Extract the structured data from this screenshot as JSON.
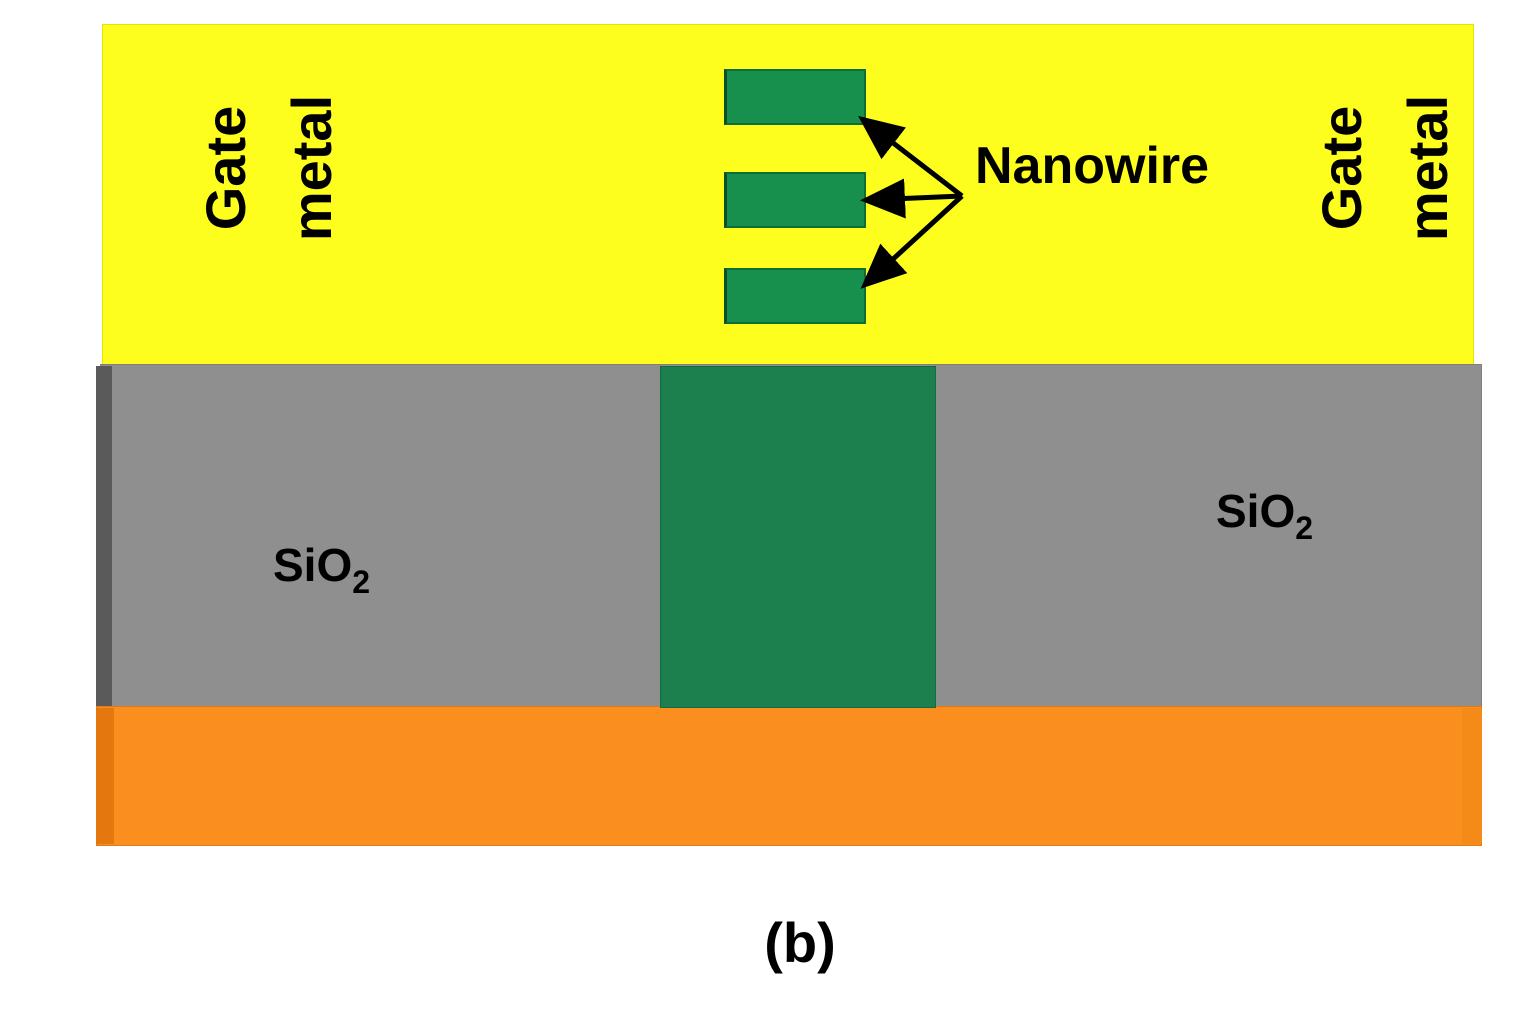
{
  "labels": {
    "gate_left_line1": "Gate",
    "gate_left_line2": "metal",
    "gate_right_line1": "Gate",
    "gate_right_line2": "metal",
    "nanowire": "Nanowire",
    "oxide_left_main": "SiO",
    "oxide_left_sub": "2",
    "oxide_right_main": "SiO",
    "oxide_right_sub": "2",
    "caption": "(b)"
  },
  "colors": {
    "gate_metal": "#fefe1e",
    "oxide": "#8f8f8f",
    "substrate": "#fa8e1e",
    "fin": "#1b7f4e",
    "nanowire": "#16904c",
    "arrow": "#000000"
  }
}
